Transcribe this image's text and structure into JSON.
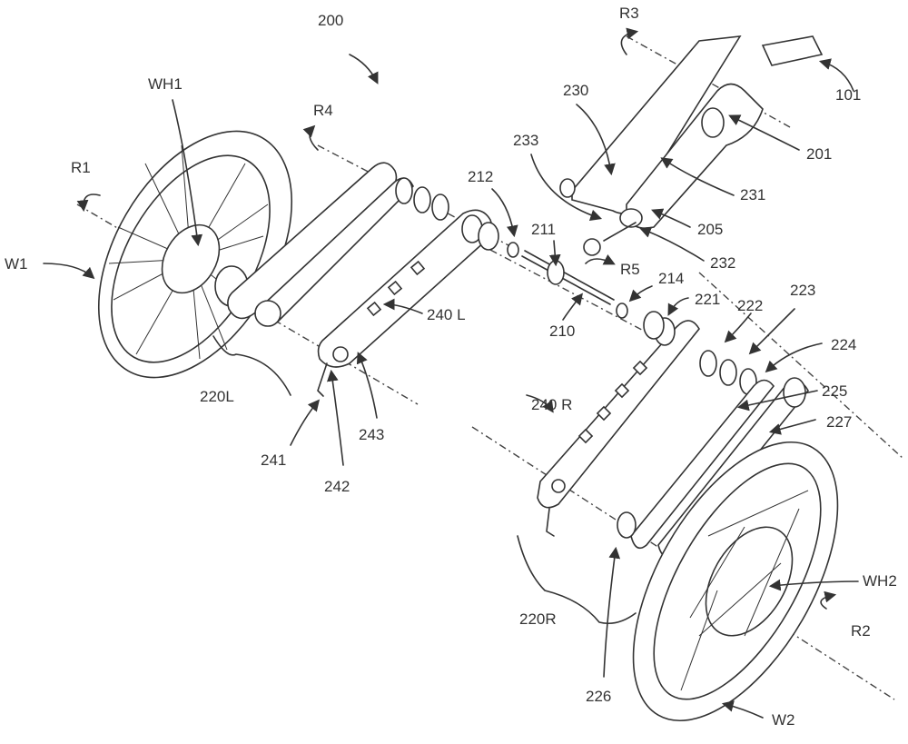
{
  "figure": {
    "title_ref": "200",
    "labels": {
      "l200": "200",
      "R1": "R1",
      "R2": "R2",
      "R3": "R3",
      "R4": "R4",
      "R5": "R5",
      "W1": "W1",
      "W2": "W2",
      "WH1": "WH1",
      "WH2": "WH2",
      "l101": "101",
      "l201": "201",
      "l205": "205",
      "l210": "210",
      "l211": "211",
      "l212": "212",
      "l214": "214",
      "l220L": "220L",
      "l220R": "220R",
      "l221": "221",
      "l222": "222",
      "l223": "223",
      "l224": "224",
      "l225": "225",
      "l226": "226",
      "l227": "227",
      "l230": "230",
      "l231": "231",
      "l232": "232",
      "l233": "233",
      "l240L": "240 L",
      "l240R": "240 R",
      "l241": "241",
      "l242": "242",
      "l243": "243"
    }
  }
}
